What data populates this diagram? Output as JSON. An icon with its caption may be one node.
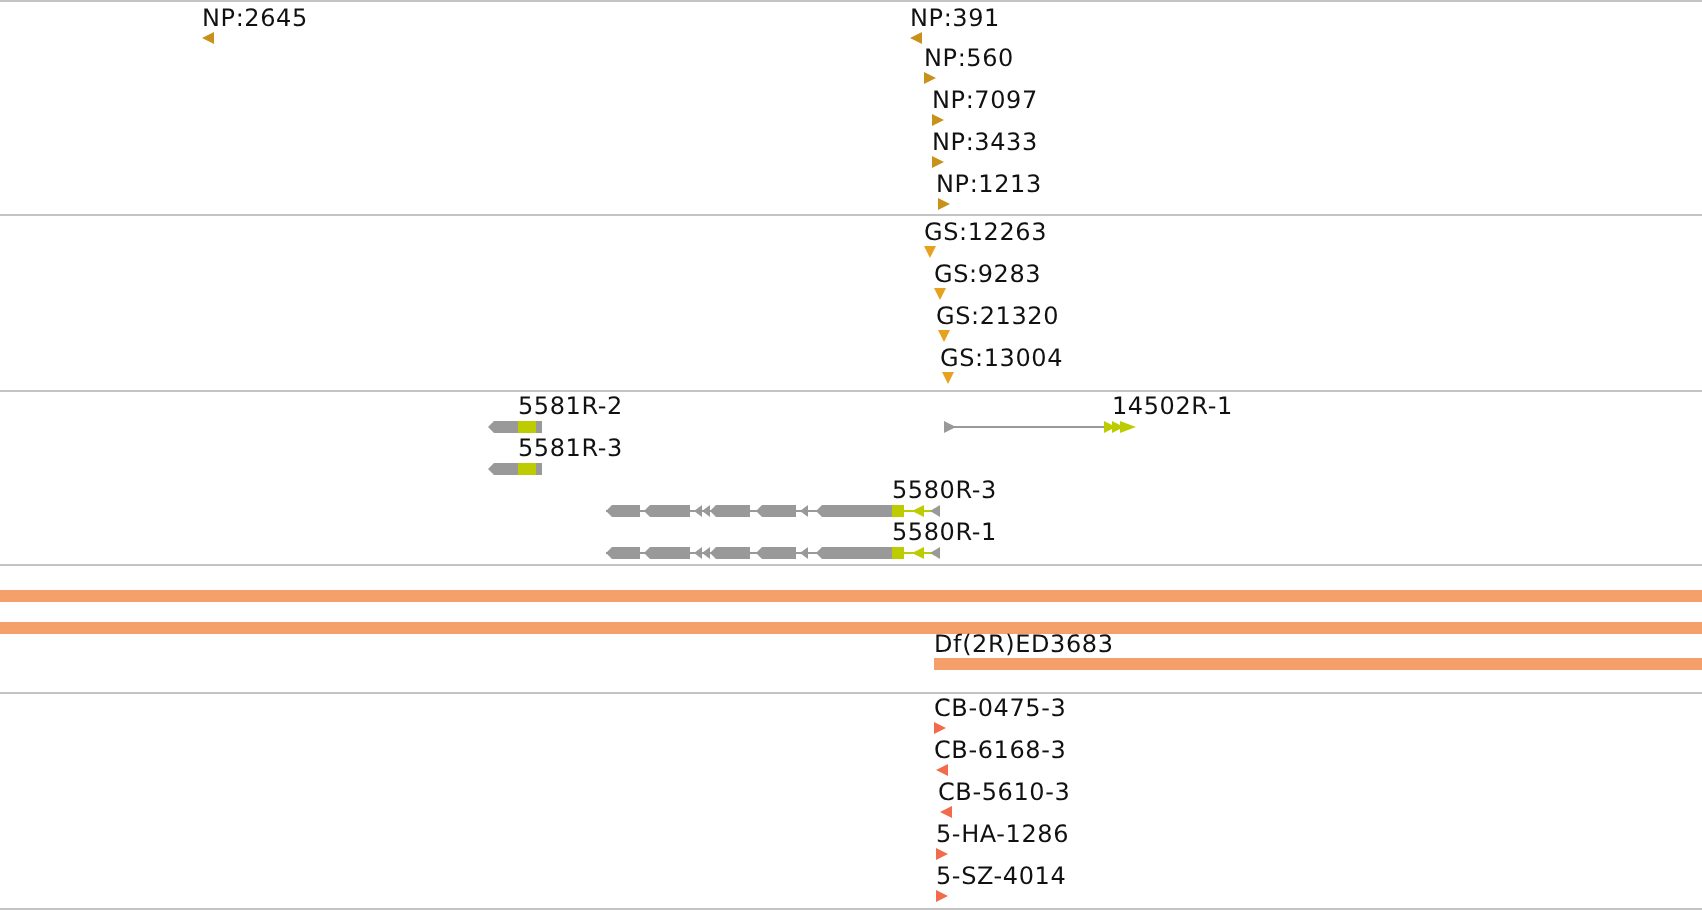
{
  "diagram": {
    "nodes": [
      {
        "text": [
          "NP:2645"
        ]
      },
      {
        "text": [
          "NP:391"
        ]
      },
      {
        "text": [
          "NP:560"
        ]
      },
      {
        "text": [
          "NP:7097"
        ]
      },
      {
        "text": [
          "NP:3433"
        ]
      },
      {
        "text": [
          "NP:1213"
        ]
      },
      {
        "text": [
          "GS:12263"
        ]
      },
      {
        "text": [
          "GS:9283"
        ]
      },
      {
        "text": [
          "GS:21320"
        ]
      },
      {
        "text": [
          "GS:13004"
        ]
      },
      {
        "text": [
          "5581R-2"
        ]
      },
      {
        "text": [
          "14502R-1"
        ]
      },
      {
        "text": [
          "5581R-3"
        ]
      },
      {
        "text": [
          "5580R-3"
        ]
      },
      {
        "text": [
          "5580R-1"
        ]
      },
      {
        "text": [],
        "shape": "bar"
      },
      {
        "text": [],
        "shape": "bar"
      },
      {
        "text": [
          "Df(2R)ED3683"
        ]
      },
      {
        "text": [
          "CB-0475-3"
        ]
      },
      {
        "text": [
          "CB-6168-3"
        ]
      },
      {
        "text": [
          "CB-5610-3"
        ]
      },
      {
        "text": [
          "5-HA-1286"
        ]
      },
      {
        "text": [
          "5-SZ-4014"
        ]
      }
    ]
  }
}
